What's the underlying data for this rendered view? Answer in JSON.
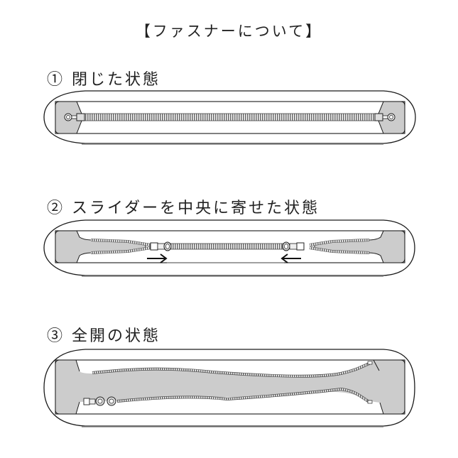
{
  "title": "【ファスナーについて】",
  "steps": [
    {
      "number": "①",
      "label": "① 閉じた状態",
      "state": "closed"
    },
    {
      "number": "②",
      "label": "② スライダーを中央に寄せた状態",
      "state": "sliders-centered",
      "arrows": [
        "→",
        "←"
      ]
    },
    {
      "number": "③",
      "label": "③ 全開の状態",
      "state": "fully-open"
    }
  ],
  "colors": {
    "background": "#ffffff",
    "outline": "#1a1a1a",
    "end_tab_fill": "#cccccc",
    "teeth": "#7a7a7a",
    "shadow_line": "#888888"
  }
}
